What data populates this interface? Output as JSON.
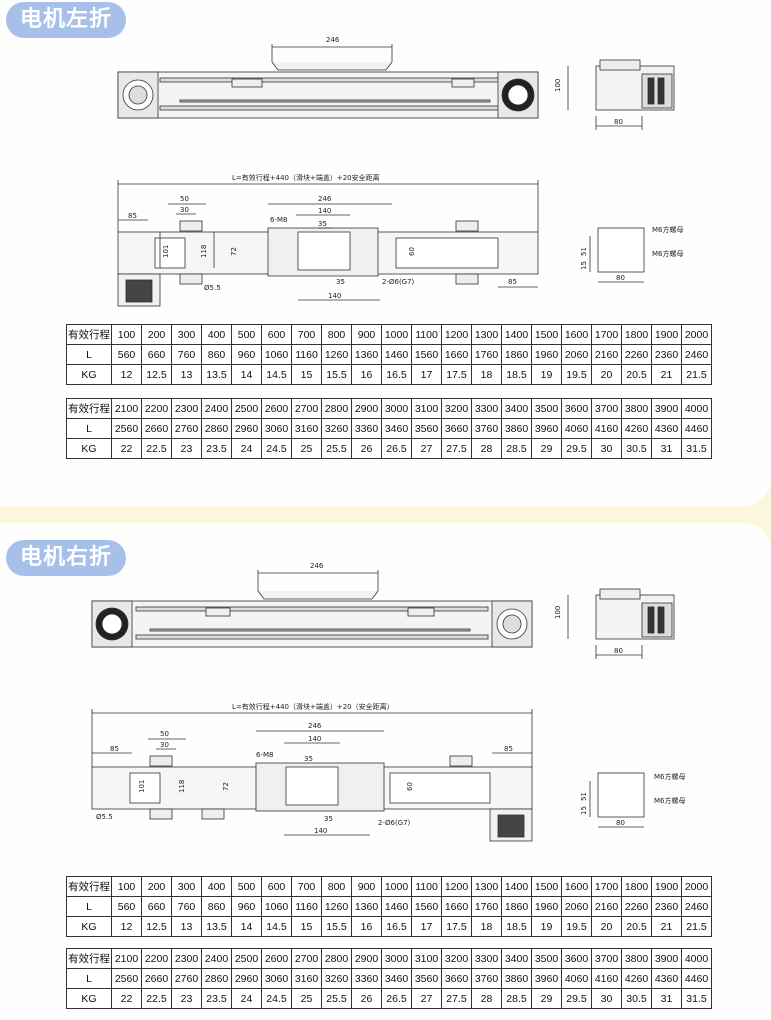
{
  "sections": [
    {
      "title": "电机左折",
      "drawing": {
        "top_width": "246",
        "top_height": "100",
        "side_width": "80",
        "length_formula": "L=有效行程+440（滑块+端盖）+20安全距离",
        "dim_85_left": "85",
        "dim_50": "50",
        "dim_30": "30",
        "dim_246": "246",
        "dim_140_top": "140",
        "dim_35_top": "35",
        "label_6m8": "6-M8",
        "dim_101": "101",
        "dim_118": "118",
        "dim_72": "72",
        "dim_60": "60",
        "dim_35_bottom": "35",
        "dim_140_bottom": "140",
        "label_o55": "Ø5.5",
        "label_2o6": "2-Ø6(G7)",
        "dim_85_right": "85",
        "label_m6_top": "M6方螺母",
        "label_m6_bottom": "M6方螺母",
        "dim_51": "51",
        "dim_15": "15",
        "end_width": "80"
      },
      "tables": [
        {
          "rows": [
            {
              "label": "有效行程",
              "values": [
                "100",
                "200",
                "300",
                "400",
                "500",
                "600",
                "700",
                "800",
                "900",
                "1000",
                "1100",
                "1200",
                "1300",
                "1400",
                "1500",
                "1600",
                "1700",
                "1800",
                "1900",
                "2000"
              ]
            },
            {
              "label": "L",
              "values": [
                "560",
                "660",
                "760",
                "860",
                "960",
                "1060",
                "1160",
                "1260",
                "1360",
                "1460",
                "1560",
                "1660",
                "1760",
                "1860",
                "1960",
                "2060",
                "2160",
                "2260",
                "2360",
                "2460"
              ]
            },
            {
              "label": "KG",
              "values": [
                "12",
                "12.5",
                "13",
                "13.5",
                "14",
                "14.5",
                "15",
                "15.5",
                "16",
                "16.5",
                "17",
                "17.5",
                "18",
                "18.5",
                "19",
                "19.5",
                "20",
                "20.5",
                "21",
                "21.5"
              ]
            }
          ]
        },
        {
          "rows": [
            {
              "label": "有效行程",
              "values": [
                "2100",
                "2200",
                "2300",
                "2400",
                "2500",
                "2600",
                "2700",
                "2800",
                "2900",
                "3000",
                "3100",
                "3200",
                "3300",
                "3400",
                "3500",
                "3600",
                "3700",
                "3800",
                "3900",
                "4000"
              ]
            },
            {
              "label": "L",
              "values": [
                "2560",
                "2660",
                "2760",
                "2860",
                "2960",
                "3060",
                "3160",
                "3260",
                "3360",
                "3460",
                "3560",
                "3660",
                "3760",
                "3860",
                "3960",
                "4060",
                "4160",
                "4260",
                "4360",
                "4460"
              ]
            },
            {
              "label": "KG",
              "values": [
                "22",
                "22.5",
                "23",
                "23.5",
                "24",
                "24.5",
                "25",
                "25.5",
                "26",
                "26.5",
                "27",
                "27.5",
                "28",
                "28.5",
                "29",
                "29.5",
                "30",
                "30.5",
                "31",
                "31.5"
              ]
            }
          ]
        }
      ]
    },
    {
      "title": "电机右折",
      "drawing": {
        "top_width": "246",
        "top_height": "100",
        "side_width": "80",
        "length_formula": "L=有效行程+440（滑块+端盖）+20（安全距离）",
        "dim_85_left": "85",
        "dim_50": "50",
        "dim_30": "30",
        "dim_246": "246",
        "dim_140_top": "140",
        "dim_35_top": "35",
        "label_6m8": "6-M8",
        "dim_101": "101",
        "dim_118": "118",
        "dim_72": "72",
        "dim_60": "60",
        "dim_35_bottom": "35",
        "dim_140_bottom": "140",
        "label_o55": "Ø5.5",
        "label_2o6": "2-Ø6(G7)",
        "dim_85_right": "85",
        "label_m6_top": "M6方螺母",
        "label_m6_bottom": "M6方螺母",
        "dim_51": "51",
        "dim_15": "15",
        "end_width": "80"
      },
      "tables": [
        {
          "rows": [
            {
              "label": "有效行程",
              "values": [
                "100",
                "200",
                "300",
                "400",
                "500",
                "600",
                "700",
                "800",
                "900",
                "1000",
                "1100",
                "1200",
                "1300",
                "1400",
                "1500",
                "1600",
                "1700",
                "1800",
                "1900",
                "2000"
              ]
            },
            {
              "label": "L",
              "values": [
                "560",
                "660",
                "760",
                "860",
                "960",
                "1060",
                "1160",
                "1260",
                "1360",
                "1460",
                "1560",
                "1660",
                "1760",
                "1860",
                "1960",
                "2060",
                "2160",
                "2260",
                "2360",
                "2460"
              ]
            },
            {
              "label": "KG",
              "values": [
                "12",
                "12.5",
                "13",
                "13.5",
                "14",
                "14.5",
                "15",
                "15.5",
                "16",
                "16.5",
                "17",
                "17.5",
                "18",
                "18.5",
                "19",
                "19.5",
                "20",
                "20.5",
                "21",
                "21.5"
              ]
            }
          ]
        },
        {
          "rows": [
            {
              "label": "有效行程",
              "values": [
                "2100",
                "2200",
                "2300",
                "2400",
                "2500",
                "2600",
                "2700",
                "2800",
                "2900",
                "3000",
                "3100",
                "3200",
                "3300",
                "3400",
                "3500",
                "3600",
                "3700",
                "3800",
                "3900",
                "4000"
              ]
            },
            {
              "label": "L",
              "values": [
                "2560",
                "2660",
                "2760",
                "2860",
                "2960",
                "3060",
                "3160",
                "3260",
                "3360",
                "3460",
                "3560",
                "3660",
                "3760",
                "3860",
                "3960",
                "4060",
                "4160",
                "4260",
                "4360",
                "4460"
              ]
            },
            {
              "label": "KG",
              "values": [
                "22",
                "22.5",
                "23",
                "23.5",
                "24",
                "24.5",
                "25",
                "25.5",
                "26",
                "26.5",
                "27",
                "27.5",
                "28",
                "28.5",
                "29",
                "29.5",
                "30",
                "30.5",
                "31",
                "31.5"
              ]
            }
          ]
        }
      ]
    }
  ]
}
